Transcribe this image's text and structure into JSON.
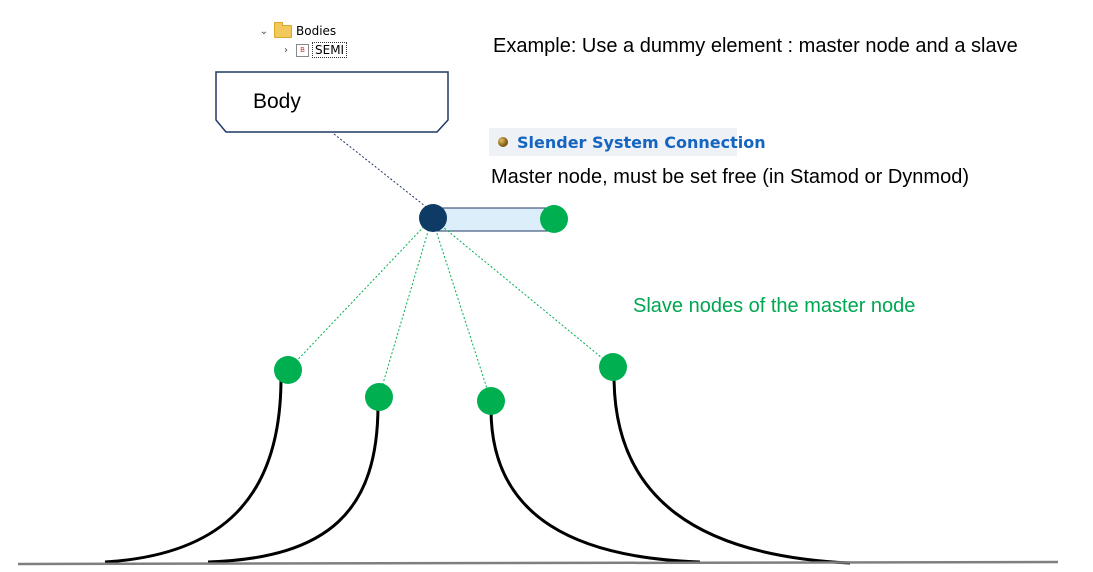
{
  "tree": {
    "folder_label": "Bodies",
    "folder_icon": "folder-icon",
    "item_label": "SEMI",
    "item_icon": "body-file-icon",
    "expand_icon": "chevron-down-icon",
    "collapsed_icon": "chevron-right-icon"
  },
  "body_box": {
    "label": "Body"
  },
  "title": "Example: Use a dummy element : master node and a slave",
  "connection": {
    "label": "Slender System Connection",
    "icon": "sphere-icon"
  },
  "master_label": "Master node, must be set free (in Stamod or Dynmod)",
  "slave_label": "Slave nodes of the master node",
  "colors": {
    "master_node": "#0d3b66",
    "slave_node": "#00b050",
    "slave_text": "#00a651",
    "connection_text": "#1565c0",
    "dummy_element_fill": "#dbeef9",
    "seabed": "#7f7f7f"
  },
  "slave_count": 4
}
